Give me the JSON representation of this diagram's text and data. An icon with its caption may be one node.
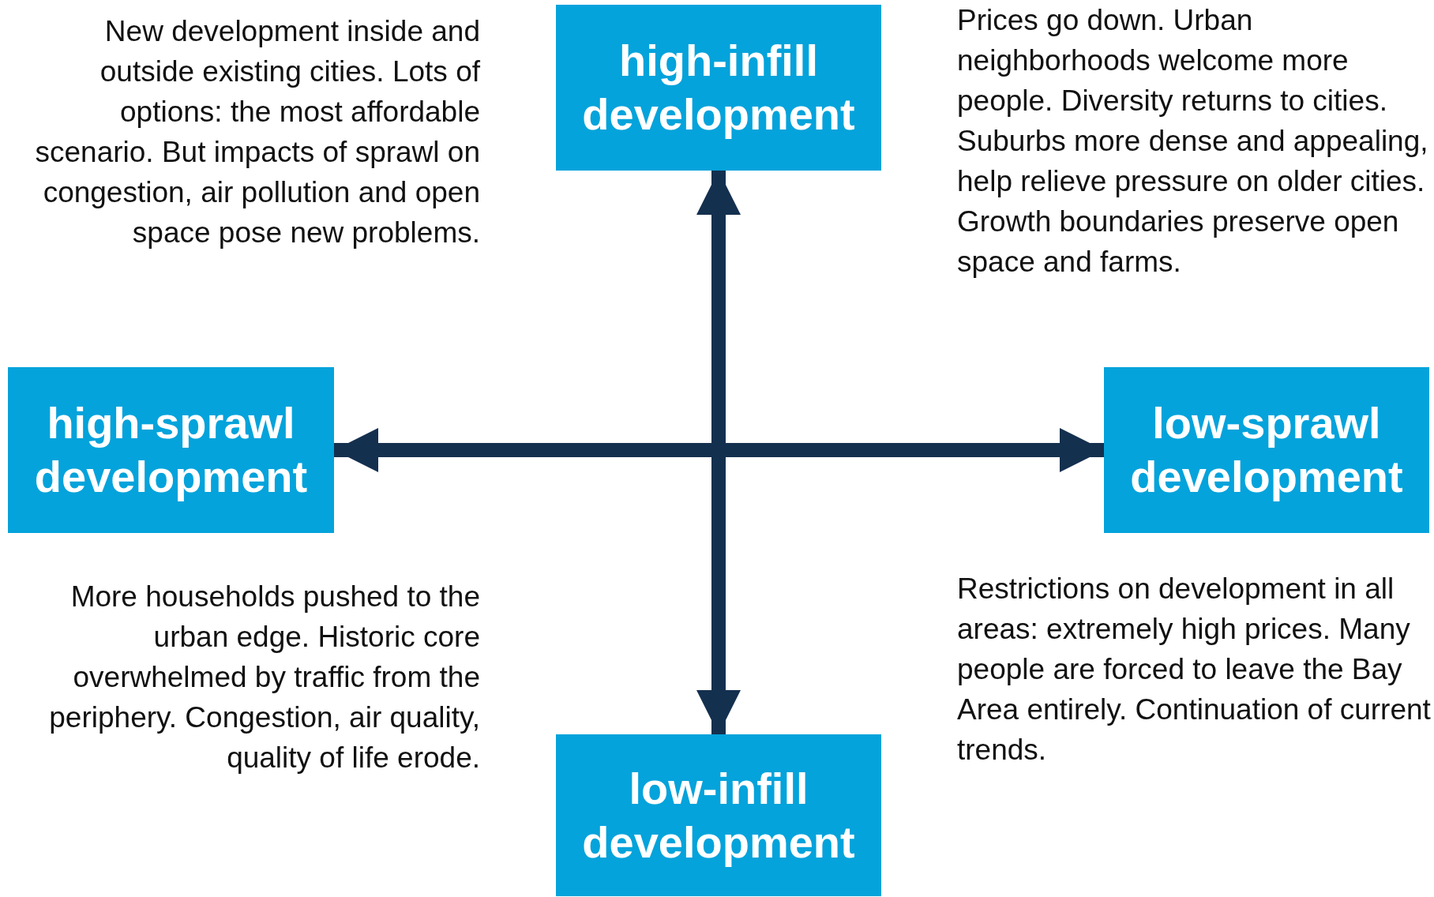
{
  "diagram": {
    "nodes": [
      {
        "text": [
          "high-infill development"
        ]
      },
      {
        "text": [
          "high-sprawl development"
        ]
      },
      {
        "text": [
          "low-sprawl development"
        ]
      },
      {
        "text": [
          "low-infill development"
        ]
      }
    ],
    "edges": [
      {
        "from": 0,
        "to": 3,
        "arrow": "both"
      },
      {
        "from": 1,
        "to": 2,
        "arrow": "both"
      }
    ],
    "labels": [
      "New development inside and outside existing cities. Lots of options: the most affordable scenario. But impacts of sprawl on congestion, air pollution and open space pose new problems.",
      "Prices go down. Urban neighborhoods welcome more people. Diversity returns to cities. Suburbs more dense and appealing, help relieve pressure on older cities. Growth boundaries preserve open space and farms.",
      "More households pushed to the urban edge. Historic core overwhelmed by traffic from the periphery. Congestion, air quality, quality of life erode.",
      "Restrictions on development in all areas: extremely high prices. Many people are forced to leave the Bay Area entirely. Continuation of current trends."
    ]
  }
}
